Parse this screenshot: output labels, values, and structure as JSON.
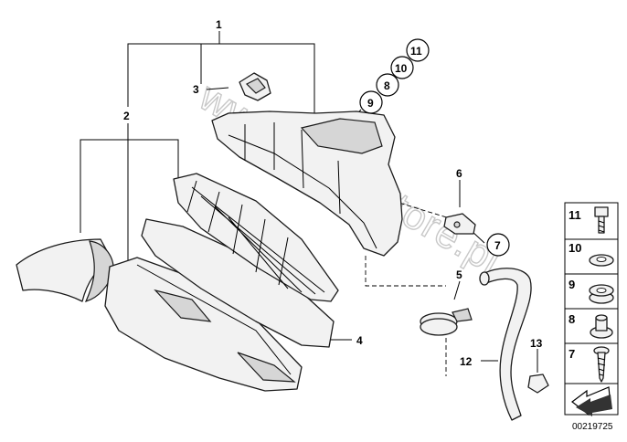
{
  "watermark": "www.BMWstore.pl",
  "doc_number": "00219725",
  "callouts": {
    "c1": "1",
    "c2": "2",
    "c3": "3",
    "c4": "4",
    "c5": "5",
    "c6": "6",
    "c7": "7",
    "c8": "8",
    "c9": "9",
    "c10": "10",
    "c11": "11",
    "c12": "12",
    "c13": "13"
  },
  "sidebar": {
    "items": [
      {
        "label": "11",
        "icon": "bolt-icon"
      },
      {
        "label": "10",
        "icon": "washer-icon"
      },
      {
        "label": "9",
        "icon": "grommet-icon"
      },
      {
        "label": "8",
        "icon": "rubber-mount-icon"
      },
      {
        "label": "7",
        "icon": "screw-icon"
      }
    ]
  }
}
